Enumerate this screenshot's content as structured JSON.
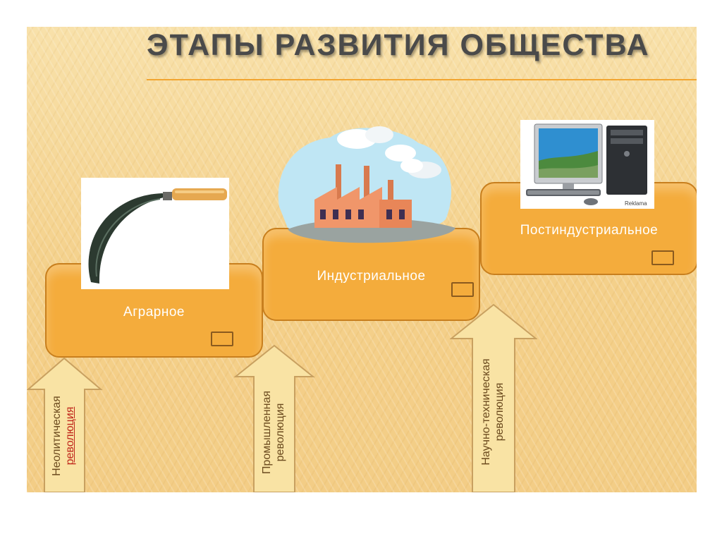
{
  "title": "ЭТАПЫ РАЗВИТИЯ ОБЩЕСТВА",
  "stages": [
    {
      "label": "Аграрное"
    },
    {
      "label": "Индустриальное"
    },
    {
      "label": "Постиндустриальное"
    }
  ],
  "revolutions": [
    {
      "line1": "Неолитическая",
      "line2": "революция"
    },
    {
      "line1": "Промышленная",
      "line2": "революция"
    },
    {
      "line1": "Научно-техническая",
      "line2": "революция"
    }
  ],
  "computer_brand": "Reklama",
  "colors": {
    "step_fill": "#f4ac3c",
    "step_border": "#c87f1e",
    "arrow_fill": "#f9e3a4",
    "title": "#4a4a4a",
    "link": "#c0281c"
  }
}
